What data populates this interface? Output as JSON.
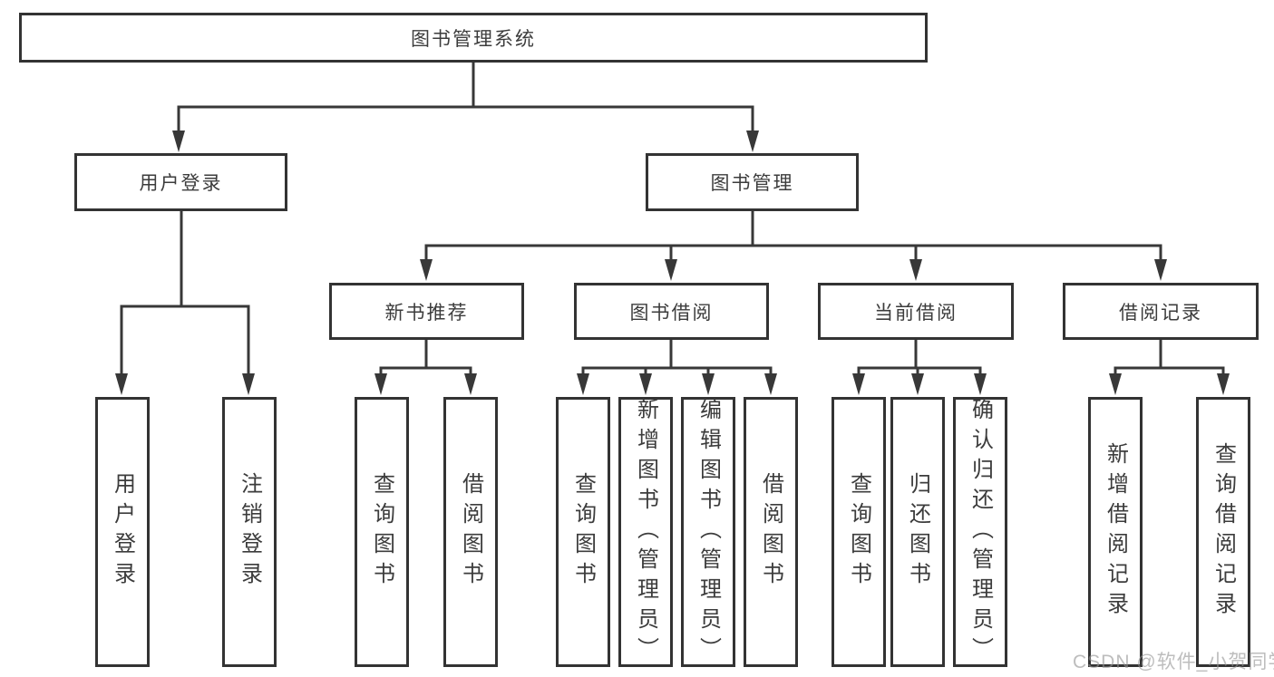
{
  "diagram": {
    "root": "图书管理系统",
    "level2": {
      "user_login": "用户登录",
      "book_mgmt": "图书管理"
    },
    "level3": {
      "new_books": "新书推荐",
      "book_borrow": "图书借阅",
      "current_borrow": "当前借阅",
      "borrow_records": "借阅记录"
    },
    "leaves": {
      "user_login": [
        "用户登录",
        "注销登录"
      ],
      "new_books": [
        "查询图书",
        "借阅图书"
      ],
      "book_borrow": [
        "查询图书",
        "新增图书（管理员）",
        "编辑图书（管理员）",
        "借阅图书"
      ],
      "current_borrow": [
        "查询图书",
        "归还图书",
        "确认归还（管理员）"
      ],
      "borrow_records": [
        "新增借阅记录",
        "查询借阅记录"
      ]
    }
  },
  "watermark": "CSDN @软件_小贺同学",
  "colors": {
    "line": "#383838",
    "box_border": "#333333",
    "text": "#3c3c3c",
    "watermark": "#949494",
    "background": "#ffffff"
  }
}
